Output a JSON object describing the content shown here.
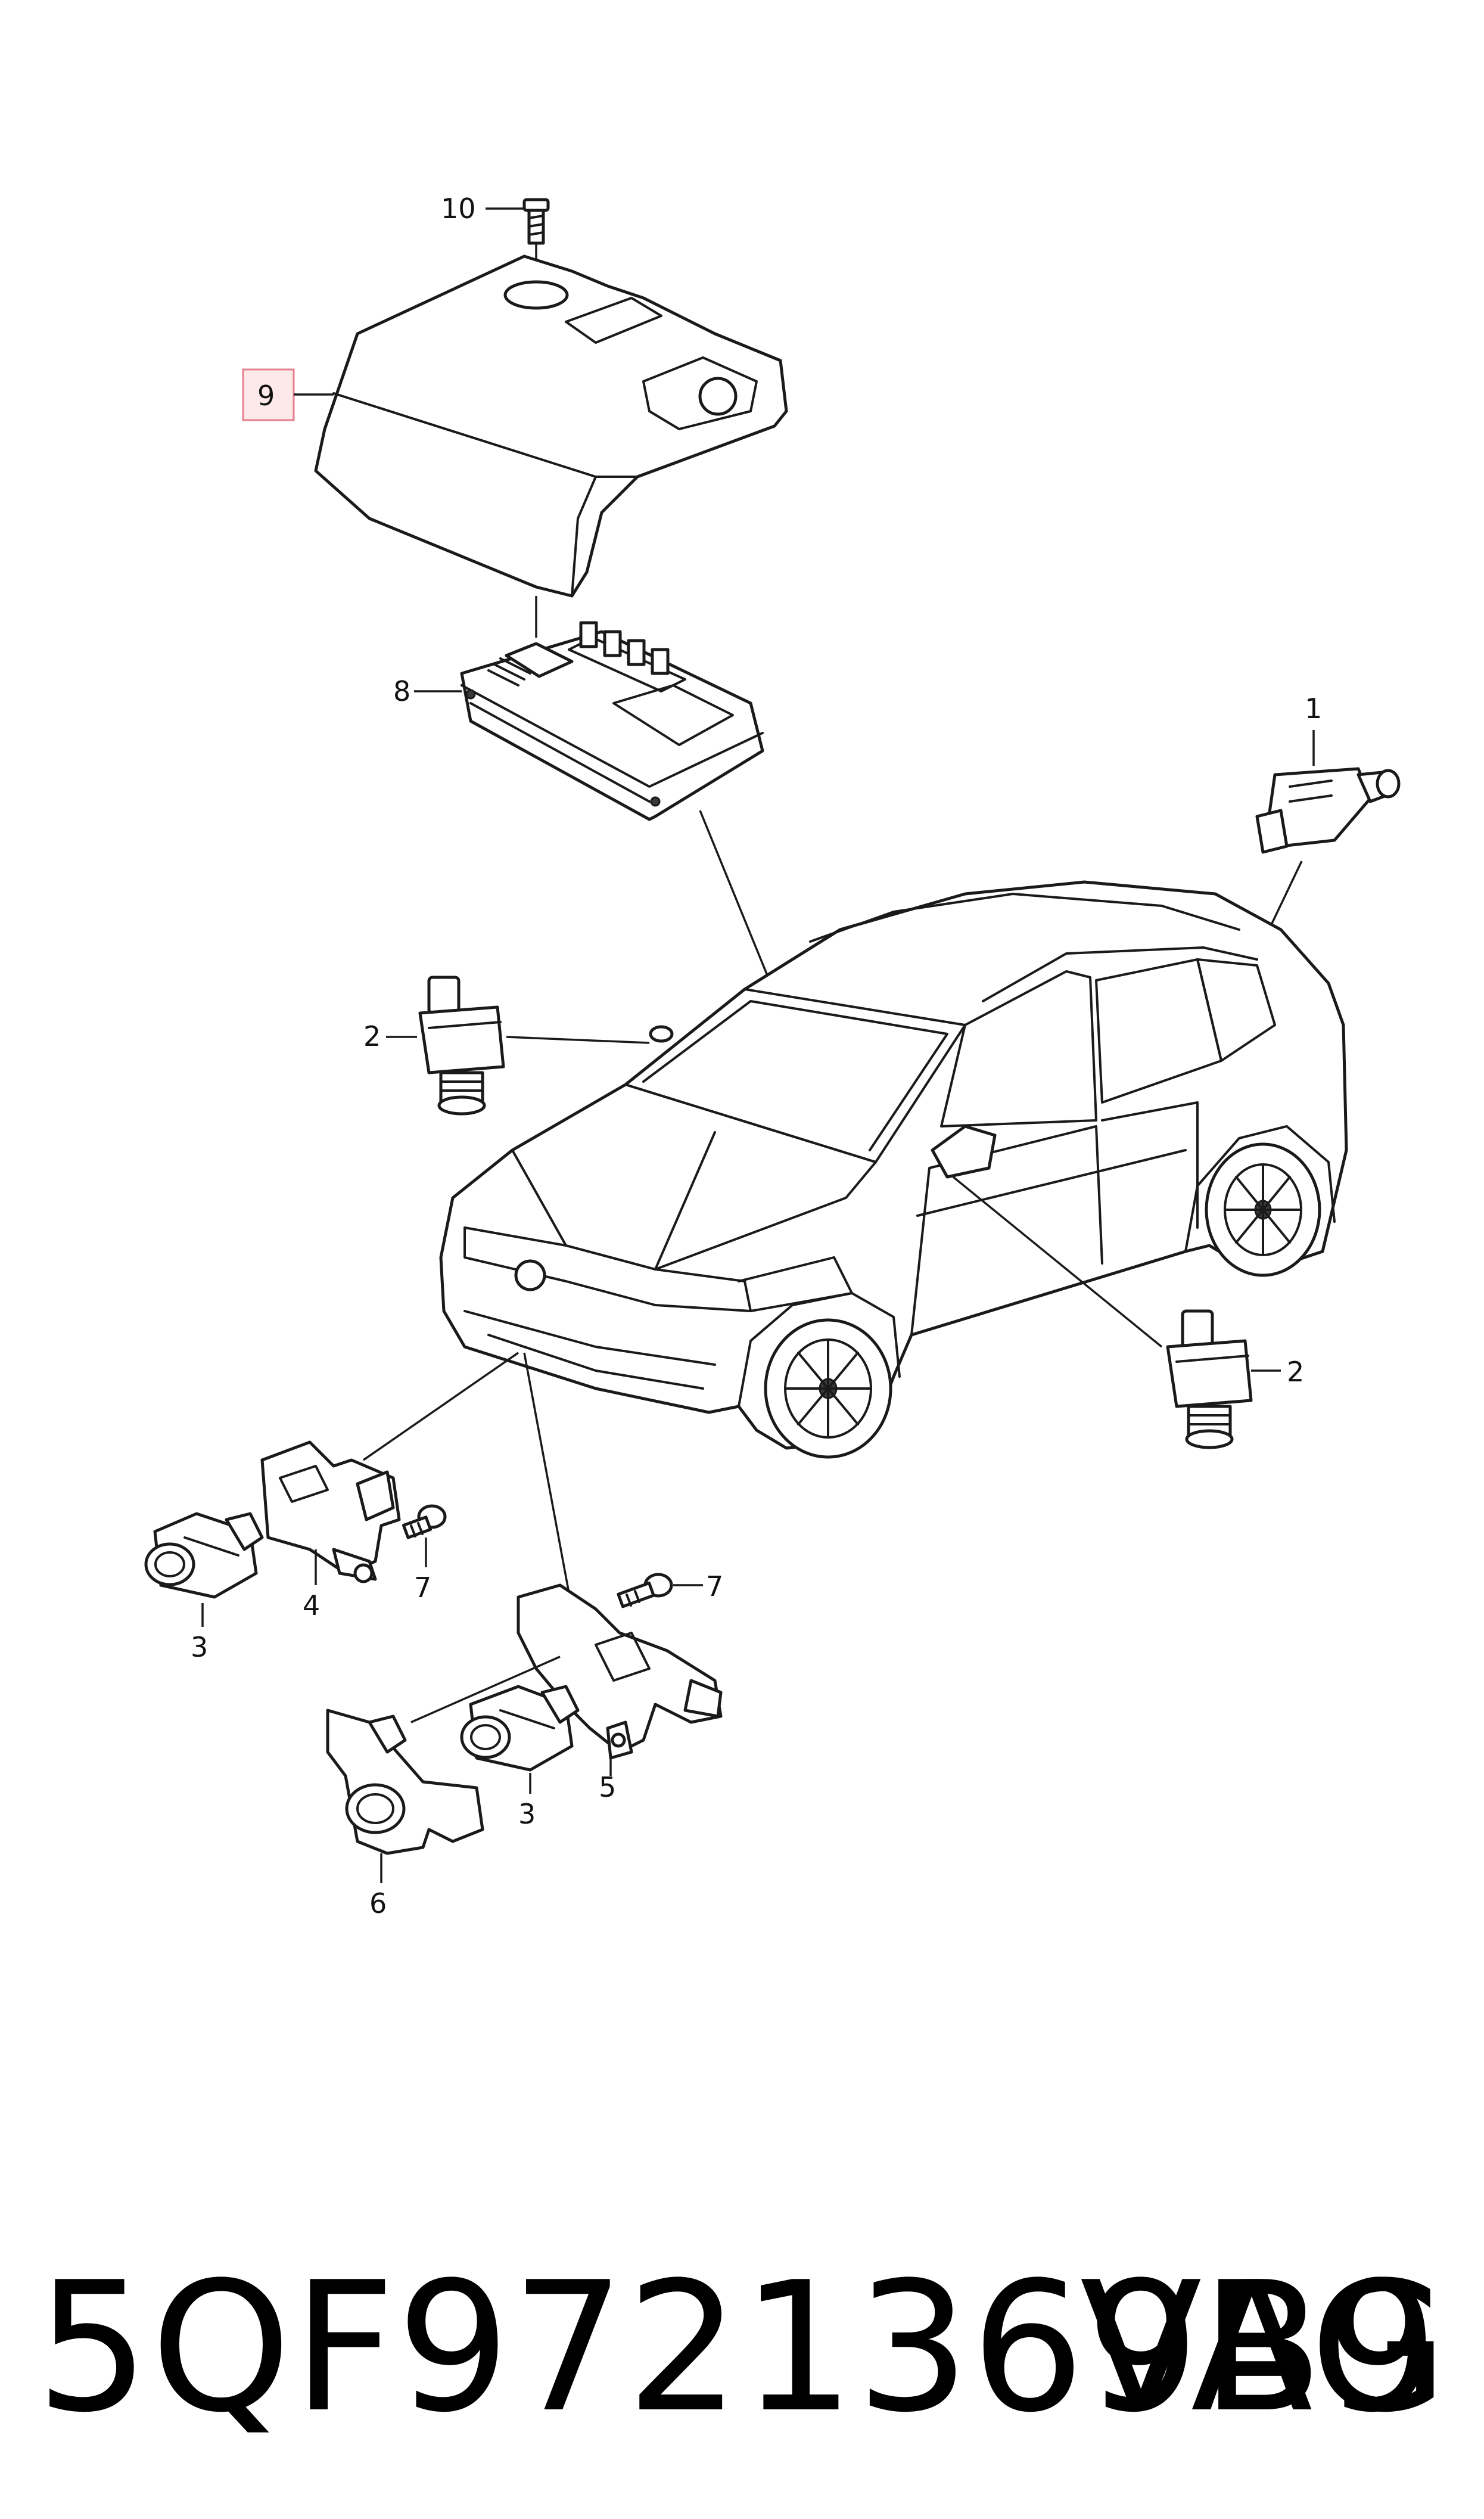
{
  "callouts": {
    "c1": "1",
    "c2a": "2",
    "c2b": "2",
    "c3a": "3",
    "c3b": "3",
    "c4": "4",
    "c5": "5",
    "c6": "6",
    "c7a": "7",
    "c7b": "7",
    "c8": "8",
    "c9": "9",
    "c10": "10"
  },
  "highlighted_callout": "9",
  "highlight_color": "#fde8ea",
  "footer": {
    "part_number": "5QF9721369B9",
    "brand": "VAG"
  }
}
